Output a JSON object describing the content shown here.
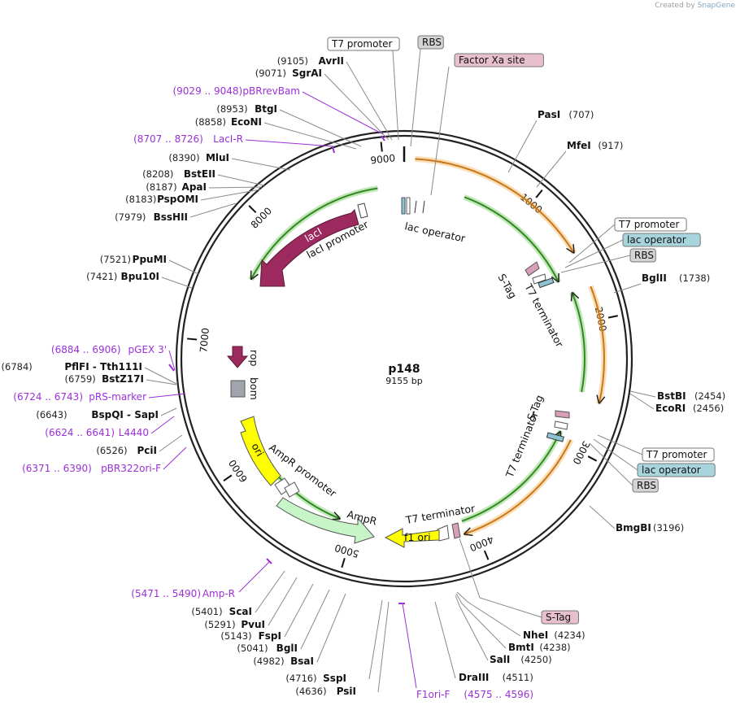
{
  "credit": {
    "prefix": "Created by",
    "brand": "SnapGene"
  },
  "plasmid": {
    "name": "p148",
    "length": "9155 bp"
  },
  "ruler": [
    "1000",
    "2000",
    "3000",
    "4000",
    "5000",
    "6000",
    "7000",
    "8000",
    "9000"
  ],
  "sites": [
    {
      "name": "PasI",
      "pos": "(707)"
    },
    {
      "name": "MfeI",
      "pos": "(917)"
    },
    {
      "name": "BglII",
      "pos": "(1738)"
    },
    {
      "name": "BstBI",
      "pos": "(2454)"
    },
    {
      "name": "EcoRI",
      "pos": "(2456)"
    },
    {
      "name": "BmgBI",
      "pos": "(3196)"
    },
    {
      "name": "NheI",
      "pos": "(4234)"
    },
    {
      "name": "BmtI",
      "pos": "(4238)"
    },
    {
      "name": "SalI",
      "pos": "(4250)"
    },
    {
      "name": "DraIII",
      "pos": "(4511)"
    },
    {
      "name": "PsiI",
      "pos": "(4636)"
    },
    {
      "name": "SspI",
      "pos": "(4716)"
    },
    {
      "name": "BsaI",
      "pos": "(4982)"
    },
    {
      "name": "BglI",
      "pos": "(5041)"
    },
    {
      "name": "FspI",
      "pos": "(5143)"
    },
    {
      "name": "PvuI",
      "pos": "(5291)"
    },
    {
      "name": "ScaI",
      "pos": "(5401)"
    },
    {
      "name": "PciI",
      "pos": "(6526)"
    },
    {
      "name": "BspQI  -  SapI",
      "pos": "(6643)"
    },
    {
      "name": "BstZ17I",
      "pos": "(6759)"
    },
    {
      "name": "PflFI  -  Tth111I",
      "pos": "(6784)"
    },
    {
      "name": "Bpu10I",
      "pos": "(7421)"
    },
    {
      "name": "PpuMI",
      "pos": "(7521)"
    },
    {
      "name": "BssHII",
      "pos": "(7979)"
    },
    {
      "name": "PspOMI",
      "pos": "(8183)"
    },
    {
      "name": "ApaI",
      "pos": "(8187)"
    },
    {
      "name": "BstEII",
      "pos": "(8208)"
    },
    {
      "name": "MluI",
      "pos": "(8390)"
    },
    {
      "name": "EcoNI",
      "pos": "(8858)"
    },
    {
      "name": "BtgI",
      "pos": "(8953)"
    },
    {
      "name": "SgrAI",
      "pos": "(9071)"
    },
    {
      "name": "AvrII",
      "pos": "(9105)"
    }
  ],
  "primers": [
    {
      "name": "pBRrevBam",
      "pos": "(9029 .. 9048)"
    },
    {
      "name": "LacI-R",
      "pos": "(8707 .. 8726)"
    },
    {
      "name": "pGEX 3'",
      "pos": "(6884 .. 6906)"
    },
    {
      "name": "pRS-marker",
      "pos": "(6724 .. 6743)"
    },
    {
      "name": "L4440",
      "pos": "(6624 .. 6641)"
    },
    {
      "name": "pBR322ori-F",
      "pos": "(6371 .. 6390)"
    },
    {
      "name": "Amp-R",
      "pos": "(5471 .. 5490)"
    },
    {
      "name": "F1ori-F",
      "pos": "(4575 .. 4596)"
    }
  ],
  "boxes": [
    {
      "text": "T7 promoter",
      "color": "#ffffff"
    },
    {
      "text": "RBS",
      "color": "#d4d4d4"
    },
    {
      "text": "Factor Xa site",
      "color": "#e8bfcc"
    },
    {
      "text": "T7 promoter",
      "color": "#ffffff"
    },
    {
      "text": "lac operator",
      "color": "#a8d4de"
    },
    {
      "text": "RBS",
      "color": "#d4d4d4"
    },
    {
      "text": "T7 promoter",
      "color": "#ffffff"
    },
    {
      "text": "lac operator",
      "color": "#a8d4de"
    },
    {
      "text": "RBS",
      "color": "#d4d4d4"
    },
    {
      "text": "S-Tag",
      "color": "#e8bfcc"
    }
  ],
  "features": {
    "lacI": "lacI",
    "lacI_promoter": "lacI promoter",
    "lac_operator": "lac operator",
    "s_tag_1": "S-Tag",
    "t7_term_1": "T7 terminator",
    "s_tag_2": "S-Tag",
    "t7_term_2": "T7 terminator",
    "t7_term_3": "T7 terminator",
    "f1_ori": "f1 ori",
    "ampR": "AmpR",
    "ampR_promoter": "AmpR promoter",
    "ori": "ori",
    "rop": "rop",
    "bom": "bom"
  },
  "colors": {
    "green_arc": "#52b83a",
    "orange_arc": "#f0a030",
    "lacI": "#9c2a5e",
    "ampR": "#c8f5c8",
    "ori": "#ffff00",
    "rop": "#9c2a5e",
    "bom": "#a0a4ac",
    "primer": "#9b30d9"
  }
}
